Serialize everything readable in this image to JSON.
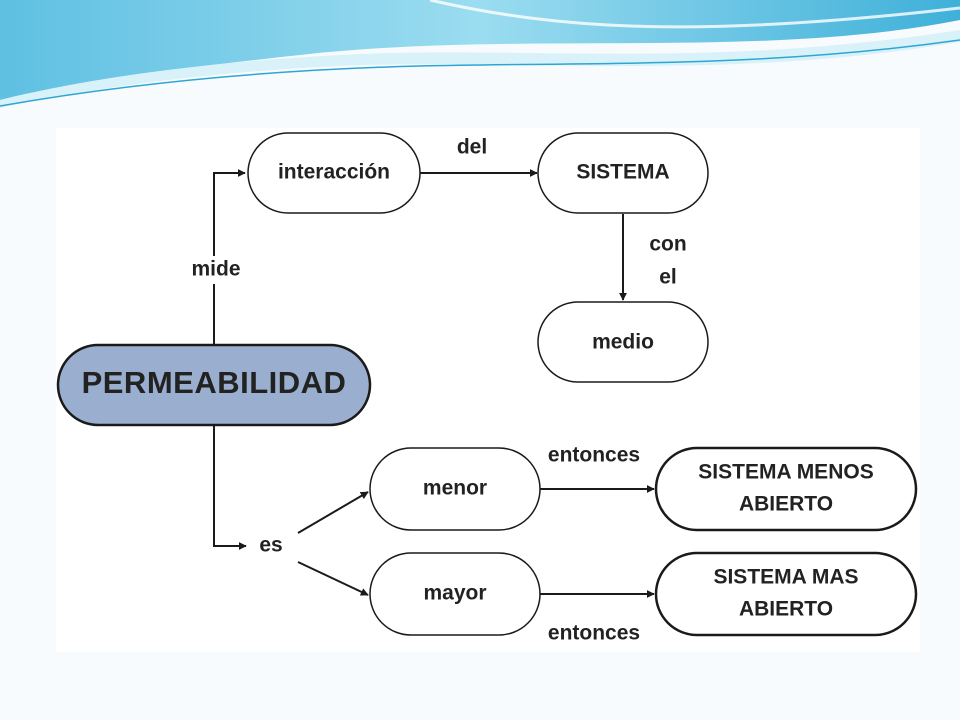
{
  "colors": {
    "root_fill": "#9aafcf",
    "node_stroke": "#1a1a1a",
    "wave_light": "#bfe9f5",
    "wave_mid": "#8fd5ec",
    "wave_dark": "#52b7dc"
  },
  "nodes": {
    "root": "PERMEABILIDAD",
    "interaccion": "interacción",
    "sistema": "SISTEMA",
    "medio": "medio",
    "menor": "menor",
    "mayor": "mayor",
    "sistema_menos": [
      "SISTEMA MENOS",
      "ABIERTO"
    ],
    "sistema_mas": [
      "SISTEMA MAS",
      "ABIERTO"
    ]
  },
  "links": {
    "mide": "mide",
    "del": "del",
    "con_el": [
      "con",
      "el"
    ],
    "es": "es",
    "entonces_top": "entonces",
    "entonces_bottom": "entonces"
  }
}
